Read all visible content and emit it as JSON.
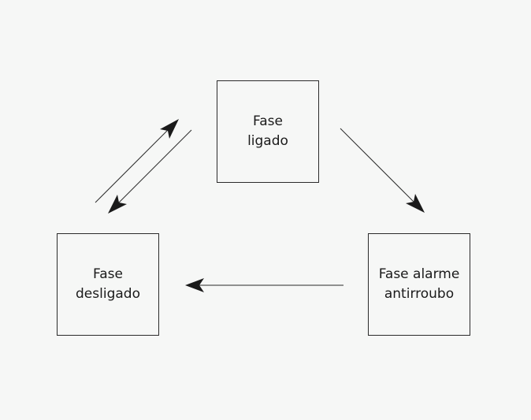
{
  "nodes": {
    "ligado": {
      "line1": "Fase",
      "line2": "ligado"
    },
    "desligado": {
      "line1": "Fase",
      "line2": "desligado"
    },
    "alarme": {
      "line1": "Fase alarme",
      "line2": "antirroubo"
    }
  },
  "edges": [
    {
      "from": "desligado",
      "to": "ligado"
    },
    {
      "from": "ligado",
      "to": "desligado"
    },
    {
      "from": "ligado",
      "to": "alarme"
    },
    {
      "from": "alarme",
      "to": "desligado"
    }
  ],
  "colors": {
    "background": "#f6f7f6",
    "stroke": "#2b2b2b",
    "text": "#1a1a1a"
  }
}
